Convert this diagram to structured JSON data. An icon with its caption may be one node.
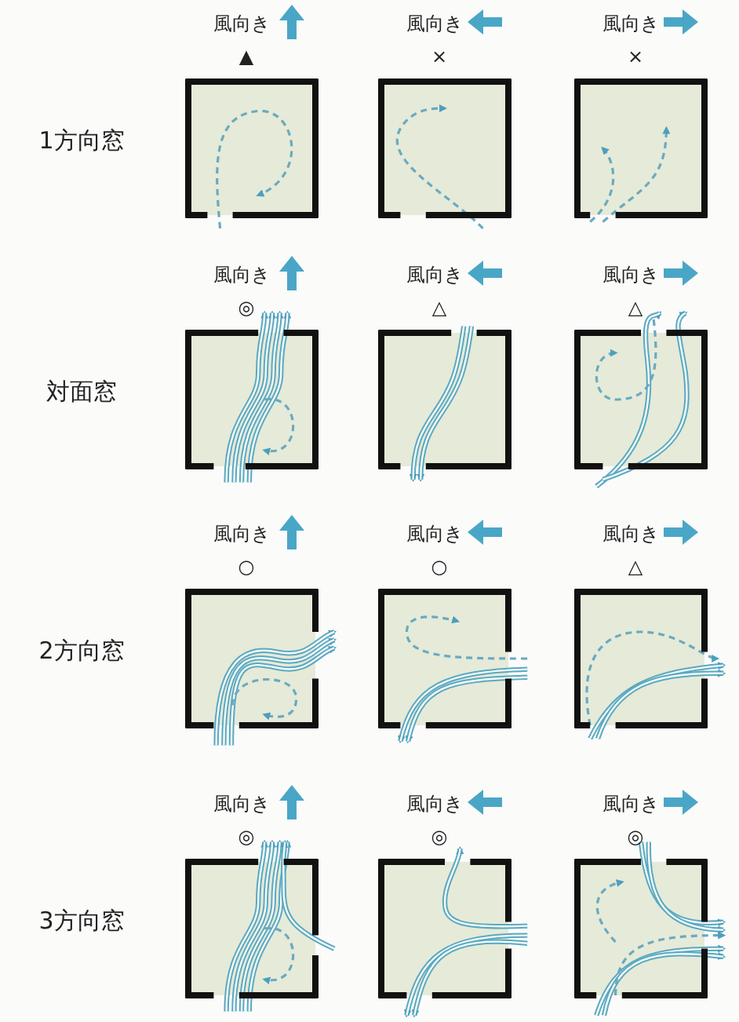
{
  "diagram": {
    "labels": [
      "1方向窓",
      "風向き",
      "▲",
      "風向き",
      "×",
      "風向き",
      "×",
      "対面窓",
      "風向き",
      "◎",
      "風向き",
      "△",
      "風向き",
      "△",
      "2方向窓",
      "風向き",
      "○",
      "風向き",
      "○",
      "風向き",
      "△",
      "3方向窓",
      "風向き",
      "◎",
      "風向き",
      "◎",
      "風向き",
      "◎"
    ]
  }
}
